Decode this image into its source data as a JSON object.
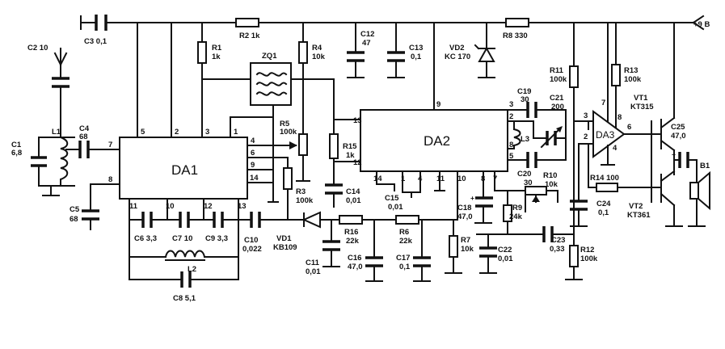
{
  "supply": "+9 В",
  "ics": {
    "da1": "DA1",
    "da2": "DA2",
    "da3": "DA3",
    "zq1": "ZQ1"
  },
  "components": {
    "c1": [
      "C1",
      "6,8"
    ],
    "c2": "C2 10",
    "c3": "C3 0,1",
    "c4": [
      "C4",
      "68"
    ],
    "c5": [
      "C5",
      "68"
    ],
    "c6": "C6 3,3",
    "c7": "C7 10",
    "c8": "C8 5,1",
    "c9": "C9 3,3",
    "c10": [
      "C10",
      "0,022"
    ],
    "c11": [
      "C11",
      "0,01"
    ],
    "c12": [
      "C12",
      "47"
    ],
    "c13": [
      "C13",
      "0,1"
    ],
    "c14": [
      "C14",
      "0,01"
    ],
    "c15": [
      "C15",
      "0,01"
    ],
    "c16": [
      "C16",
      "47,0"
    ],
    "c17": [
      "C17",
      "0,1"
    ],
    "c18": [
      "C18",
      "47,0"
    ],
    "c19": [
      "C19",
      "30"
    ],
    "c20": [
      "C20",
      "30"
    ],
    "c21": [
      "C21",
      "200"
    ],
    "c22": [
      "C22",
      "0,01"
    ],
    "c23": [
      "C23",
      "0,33"
    ],
    "c24": [
      "C24",
      "0,1"
    ],
    "c25": [
      "C25",
      "47,0"
    ],
    "r1": [
      "R1",
      "1k"
    ],
    "r2": "R2 1k",
    "r3": [
      "R3",
      "100k"
    ],
    "r4": [
      "R4",
      "10k"
    ],
    "r5": [
      "R5",
      "100k"
    ],
    "r6": [
      "R6",
      "22k"
    ],
    "r7": [
      "R7",
      "10k"
    ],
    "r8": "R8 330",
    "r9": [
      "R9",
      "24k"
    ],
    "r10": [
      "R10",
      "10k"
    ],
    "r11": [
      "R11",
      "100k"
    ],
    "r12": [
      "R12",
      "100k"
    ],
    "r13": [
      "R13",
      "100k"
    ],
    "r14": "R14 100",
    "r15": [
      "R15",
      "1k"
    ],
    "r16": [
      "R16",
      "22k"
    ],
    "l1": "L1",
    "l2": "L2",
    "l3": "L3",
    "vd1": [
      "VD1",
      "KB109"
    ],
    "vd2": [
      "VD2",
      "KC 170"
    ],
    "vt1": [
      "VT1",
      "KT315"
    ],
    "vt2": [
      "VT2",
      "KT361"
    ],
    "b1": "B1"
  },
  "pins": {
    "da1": {
      "p1": "1",
      "p2": "2",
      "p3": "3",
      "p4": "4",
      "p5": "5",
      "p6": "6",
      "p7": "7",
      "p8": "8",
      "p9": "9",
      "p10": "10",
      "p11": "11",
      "p12": "12",
      "p13": "13",
      "p14": "14"
    },
    "da2": {
      "p1": "1",
      "p2": "2",
      "p3": "3",
      "p4": "4",
      "p5": "5",
      "p7": "7",
      "p8": "8",
      "p9": "9",
      "p10": "10",
      "p11": "11",
      "p12": "12",
      "p13": "13",
      "p14": "14"
    },
    "da3": {
      "p2": "2",
      "p3": "3",
      "p4": "4",
      "p6": "6",
      "p7": "7",
      "p8": "8"
    }
  }
}
